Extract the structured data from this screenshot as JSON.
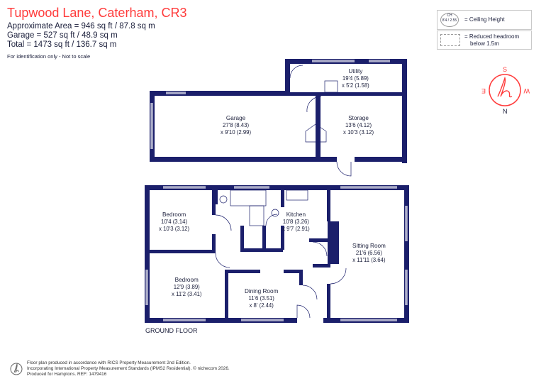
{
  "header": {
    "title": "Tupwood Lane, Caterham, CR3",
    "approx_area": "Approximate Area = 946 sq ft / 87.8 sq m",
    "garage_area": "Garage = 527  sq ft / 48.9 sq m",
    "total_area": "Total = 1473 sq ft / 136.7 sq m",
    "note": "For identification only - Not to scale"
  },
  "legend": {
    "ceiling_badge": "CH\n8'4 / 2.55",
    "ceiling_label": "= Ceiling Height",
    "headroom_label_1": "= Reduced headroom",
    "headroom_label_2": "below 1.5m"
  },
  "compass": {
    "n": "N",
    "s": "S",
    "e": "E",
    "w": "W"
  },
  "rooms": {
    "utility": {
      "name": "Utility",
      "dim1": "19'4 (5.89)",
      "dim2": "x 5'2 (1.58)"
    },
    "garage": {
      "name": "Garage",
      "dim1": "27'8 (8.43)",
      "dim2": "x 9'10 (2.99)"
    },
    "storage": {
      "name": "Storage",
      "dim1": "13'6 (4.12)",
      "dim2": "x 10'3 (3.12)"
    },
    "bedroom1": {
      "name": "Bedroom",
      "dim1": "10'4 (3.14)",
      "dim2": "x 10'3 (3.12)"
    },
    "kitchen": {
      "name": "Kitchen",
      "dim1": "10'8 (3.26)",
      "dim2": "x 9'7 (2.91)"
    },
    "sitting": {
      "name": "Sitting Room",
      "dim1": "21'6 (6.56)",
      "dim2": "x 11'11 (3.64)"
    },
    "bedroom2": {
      "name": "Bedroom",
      "dim1": "12'9 (3.89)",
      "dim2": "x 11'2 (3.41)"
    },
    "dining": {
      "name": "Dining Room",
      "dim1": "11'6 (3.51)",
      "dim2": "x 8' (2.44)"
    }
  },
  "floor_label": "GROUND FLOOR",
  "footer": {
    "line1": "Floor plan produced in accordance with RICS Property Measurement 2nd Edition.",
    "line2": "Incorporating International Property Measurement Standards (IPMS2 Residential).  © nichecom 2026.",
    "line3": "Produced for Hamptons.    REF:  1479416"
  },
  "colors": {
    "wall": "#1b1f6b",
    "accent": "#ff3b3b",
    "text": "#1b1f3b"
  }
}
